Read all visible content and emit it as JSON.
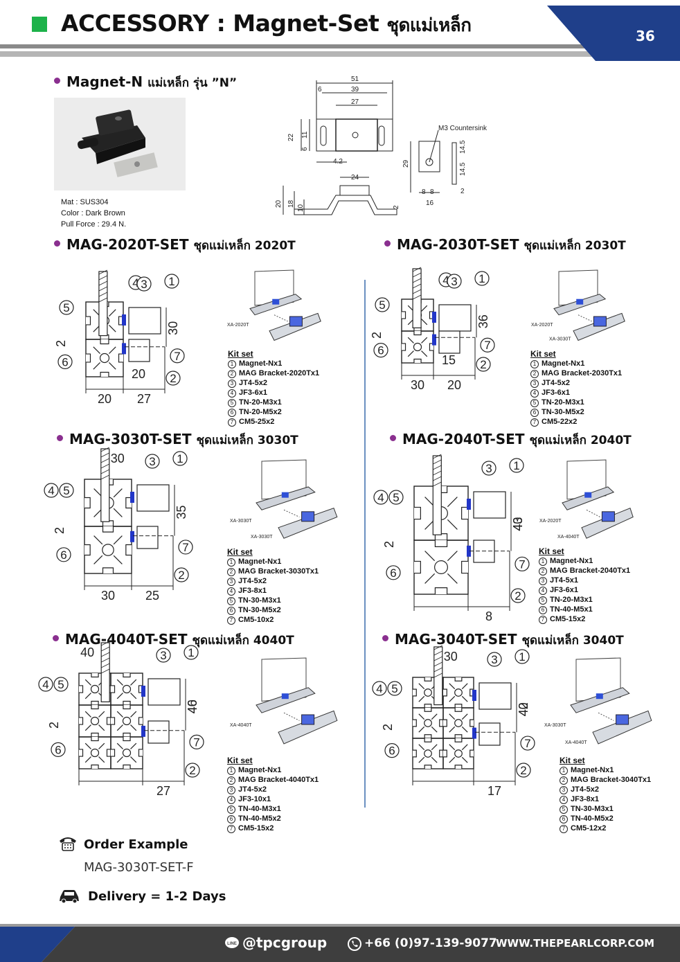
{
  "header": {
    "title": "ACCESSORY : Magnet-Set",
    "title_thai": "ชุดแม่เหล็ก",
    "page_number": "36",
    "accent_color": "#1db24a",
    "band_color": "#1f3f8a"
  },
  "magnet_n": {
    "title": "Magnet-N",
    "title_thai": "แม่เหล็ก รุ่น ”N”",
    "mat": "Mat : SUS304",
    "color": "Color :  Dark Brown",
    "pull_force": "Pull Force : 29.4 N.",
    "dims": [
      "51",
      "39",
      "6",
      "27",
      "22",
      "11",
      "6",
      "4.2",
      "M3 Countersink",
      "14.5",
      "14.5",
      "29",
      "8",
      "8",
      "2",
      "16",
      "24",
      "20",
      "18",
      "10",
      "2"
    ]
  },
  "sections": [
    {
      "title": "MAG-2020T-SET",
      "title_thai": "ชุดแม่เหล็ก 2020T",
      "dims": [
        "30",
        "2",
        "20",
        "20",
        "27"
      ],
      "callouts": [
        "5",
        "4",
        "3",
        "1",
        "7",
        "2",
        "6"
      ],
      "part_labels": [
        "XA-2020T"
      ],
      "kit_title": "Kit set",
      "kit": [
        {
          "n": "1",
          "t": "Magnet-Nx1"
        },
        {
          "n": "2",
          "t": "MAG Bracket-2020Tx1"
        },
        {
          "n": "3",
          "t": "JT4-5x2"
        },
        {
          "n": "4",
          "t": "JF3-6x1"
        },
        {
          "n": "5",
          "t": "TN-20-M3x1"
        },
        {
          "n": "6",
          "t": "TN-20-M5x2"
        },
        {
          "n": "7",
          "t": "CM5-25x2"
        }
      ]
    },
    {
      "title": "MAG-2030T-SET",
      "title_thai": "ชุดแม่เหล็ก 2030T",
      "dims": [
        "36",
        "2",
        "15",
        "30",
        "20"
      ],
      "callouts": [
        "5",
        "4",
        "3",
        "1",
        "7",
        "2",
        "6"
      ],
      "part_labels": [
        "XA-2020T",
        "XA-3030T"
      ],
      "kit_title": "Kit set",
      "kit": [
        {
          "n": "1",
          "t": "Magnet-Nx1"
        },
        {
          "n": "2",
          "t": "MAG Bracket-2030Tx1"
        },
        {
          "n": "3",
          "t": "JT4-5x2"
        },
        {
          "n": "4",
          "t": "JF3-6x1"
        },
        {
          "n": "5",
          "t": "TN-20-M3x1"
        },
        {
          "n": "6",
          "t": "TN-30-M5x2"
        },
        {
          "n": "7",
          "t": "CM5-22x2"
        }
      ]
    },
    {
      "title": "MAG-3030T-SET",
      "title_thai": "ชุดแม่เหล็ก 3030T",
      "dims": [
        "30",
        "35",
        "2",
        "30",
        "25"
      ],
      "callouts": [
        "4",
        "5",
        "3",
        "1",
        "7",
        "2",
        "6"
      ],
      "part_labels": [
        "XA-3030T",
        "XA-3030T"
      ],
      "kit_title": "Kit set",
      "kit": [
        {
          "n": "1",
          "t": "Magnet-Nx1"
        },
        {
          "n": "2",
          "t": "MAG Bracket-3030Tx1"
        },
        {
          "n": "3",
          "t": "JT4-5x2"
        },
        {
          "n": "4",
          "t": "JF3-8x1"
        },
        {
          "n": "5",
          "t": "TN-30-M3x1"
        },
        {
          "n": "6",
          "t": "TN-30-M5x2"
        },
        {
          "n": "7",
          "t": "CM5-10x2"
        }
      ]
    },
    {
      "title": "MAG-2040T-SET",
      "title_thai": "ชุดแม่เหล็ก 2040T",
      "dims": [
        "43",
        "2",
        "40",
        "8"
      ],
      "callouts": [
        "4",
        "5",
        "3",
        "1",
        "7",
        "2",
        "6"
      ],
      "part_labels": [
        "XA-2020T",
        "XA-4040T"
      ],
      "kit_title": "Kit set",
      "kit": [
        {
          "n": "1",
          "t": "Magnet-Nx1"
        },
        {
          "n": "2",
          "t": "MAG Bracket-2040Tx1"
        },
        {
          "n": "3",
          "t": "JT4-5x1"
        },
        {
          "n": "4",
          "t": "JF3-6x1"
        },
        {
          "n": "5",
          "t": "TN-20-M3x1"
        },
        {
          "n": "6",
          "t": "TN-40-M5x1"
        },
        {
          "n": "7",
          "t": "CM5-15x2"
        }
      ]
    },
    {
      "title": "MAG-4040T-SET",
      "title_thai": "ชุดแม่เหล็ก 4040T",
      "dims": [
        "40",
        "46",
        "2",
        "40",
        "27"
      ],
      "callouts": [
        "4",
        "5",
        "3",
        "1",
        "7",
        "2",
        "6"
      ],
      "part_labels": [
        "XA-4040T"
      ],
      "kit_title": "Kit set",
      "kit": [
        {
          "n": "1",
          "t": "Magnet-Nx1"
        },
        {
          "n": "2",
          "t": "MAG Bracket-4040Tx1"
        },
        {
          "n": "3",
          "t": "JT4-5x2"
        },
        {
          "n": "4",
          "t": "JF3-10x1"
        },
        {
          "n": "5",
          "t": "TN-40-M3x1"
        },
        {
          "n": "6",
          "t": "TN-40-M5x2"
        },
        {
          "n": "7",
          "t": "CM5-15x2"
        }
      ]
    },
    {
      "title": "MAG-3040T-SET",
      "title_thai": "ชุดแม่เหล็ก 3040T",
      "dims": [
        "30",
        "42",
        "2",
        "40",
        "17"
      ],
      "callouts": [
        "4",
        "5",
        "3",
        "1",
        "7",
        "2",
        "6"
      ],
      "part_labels": [
        "XA-3030T",
        "XA-4040T"
      ],
      "kit_title": "Kit set",
      "kit": [
        {
          "n": "1",
          "t": "Magnet-Nx1"
        },
        {
          "n": "2",
          "t": "MAG Bracket-3040Tx1"
        },
        {
          "n": "3",
          "t": "JT4-5x2"
        },
        {
          "n": "4",
          "t": "JF3-8x1"
        },
        {
          "n": "5",
          "t": "TN-30-M3x1"
        },
        {
          "n": "6",
          "t": "TN-40-M5x2"
        },
        {
          "n": "7",
          "t": "CM5-12x2"
        }
      ]
    }
  ],
  "order": {
    "title": "Order Example",
    "value": "MAG-3030T-SET-F",
    "delivery": "Delivery  = 1-2 Days"
  },
  "footer": {
    "line_icon": "LINE",
    "social": "@tpcgroup",
    "phone": "+66 (0)97-139-9077",
    "website": "WWW.THEPEARLCORP.COM",
    "band_color": "#3e3e3e"
  }
}
